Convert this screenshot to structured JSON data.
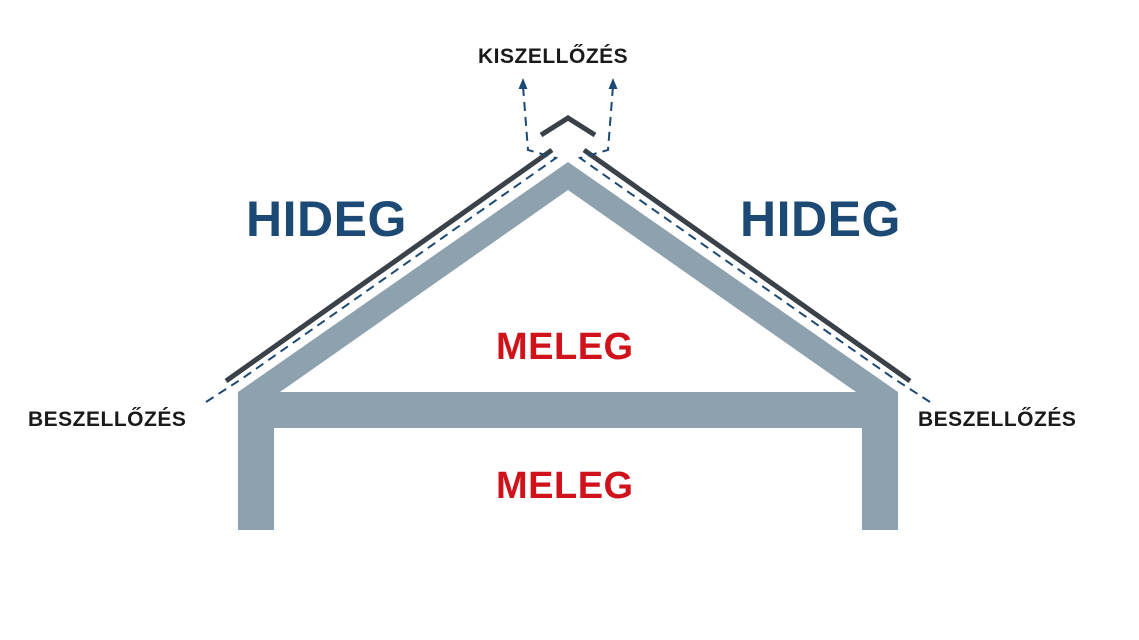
{
  "labels": {
    "outlet": "KISZELLŐZÉS",
    "inlet_left": "BESZELLŐZÉS",
    "inlet_right": "BESZELLŐZÉS",
    "cold_left": "HIDEG",
    "cold_right": "HIDEG",
    "warm_attic": "MELEG",
    "warm_room": "MELEG"
  },
  "colors": {
    "structure": "#8ea1ae",
    "roof_cover": "#3a4148",
    "airflow": "#1d4a74",
    "cold_text": "#1d4a74",
    "warm_text": "#d0121b",
    "vent_text": "#1a1a1a"
  }
}
